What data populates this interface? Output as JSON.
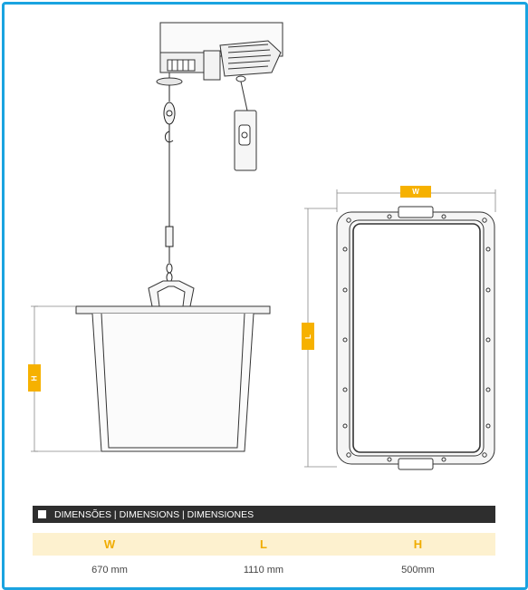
{
  "labels": {
    "w_tag": "W",
    "l_tag": "L",
    "h_tag": "H"
  },
  "table": {
    "title": "DIMENSÕES | DIMENSIONS | DIMENSIONES",
    "headers": [
      "W",
      "L",
      "H"
    ],
    "values": [
      "670 mm",
      "1110 mm",
      "500mm"
    ]
  },
  "colors": {
    "frame": "#1aa3e0",
    "accent": "#f6b100",
    "header_bg": "#2e2e2e",
    "bar_bg": "#fdf1cf"
  }
}
